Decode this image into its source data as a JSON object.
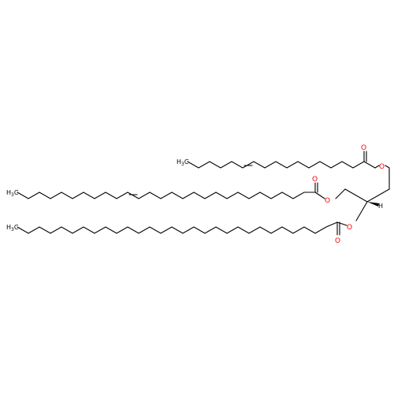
{
  "molecule": {
    "bond_color": "#000000",
    "oxygen_color": "#ff0000",
    "background": "#ffffff",
    "atom_labels": {
      "oxygen": "O",
      "hydrogen": "H",
      "methyl_c": "C",
      "methyl_h": "H",
      "methyl_sub": "3"
    }
  }
}
